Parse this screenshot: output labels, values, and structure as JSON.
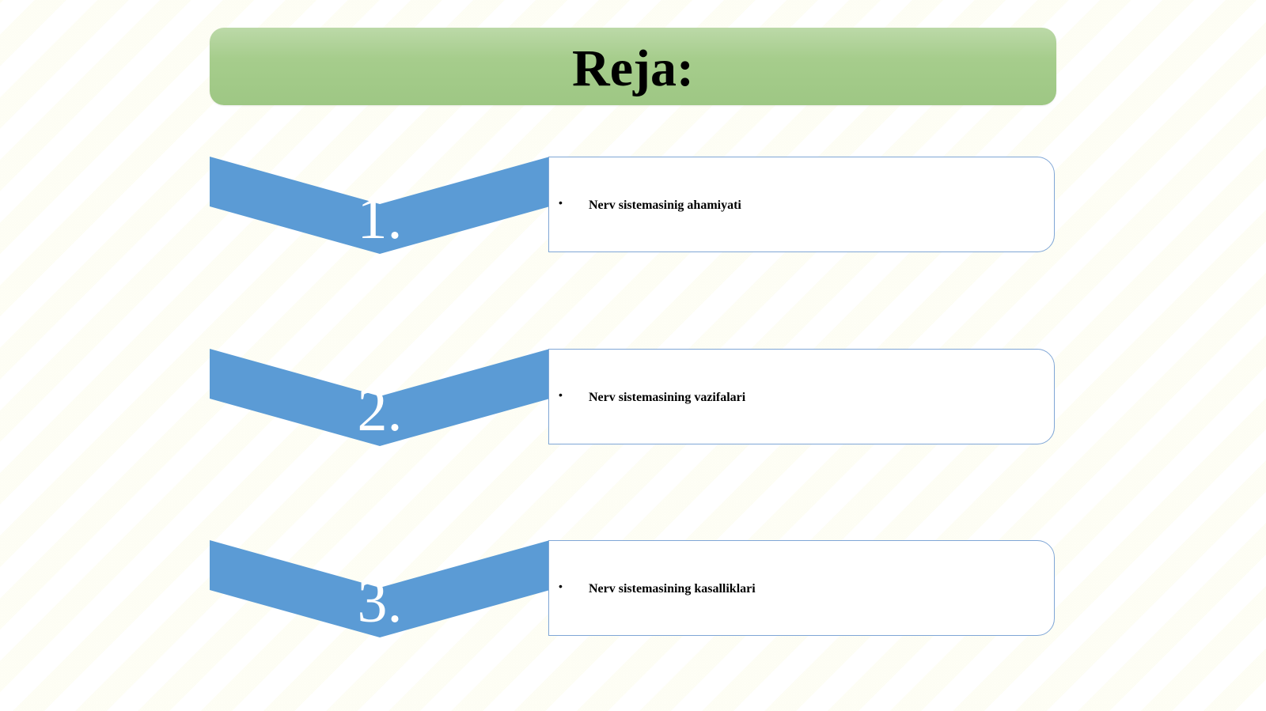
{
  "title": "Reja:",
  "colors": {
    "title_bar": "#a6cd8c",
    "chevron": "#5b9bd5",
    "card_border": "#7fa6d6"
  },
  "items": [
    {
      "number": "1.",
      "text": "Nerv sistemasinig ahamiyati",
      "bullet": "•"
    },
    {
      "number": "2.",
      "text": "Nerv sistemasining vazifalari",
      "bullet": "•"
    },
    {
      "number": "3.",
      "text": "Nerv sistemasining kasalliklari",
      "bullet": "•"
    }
  ]
}
